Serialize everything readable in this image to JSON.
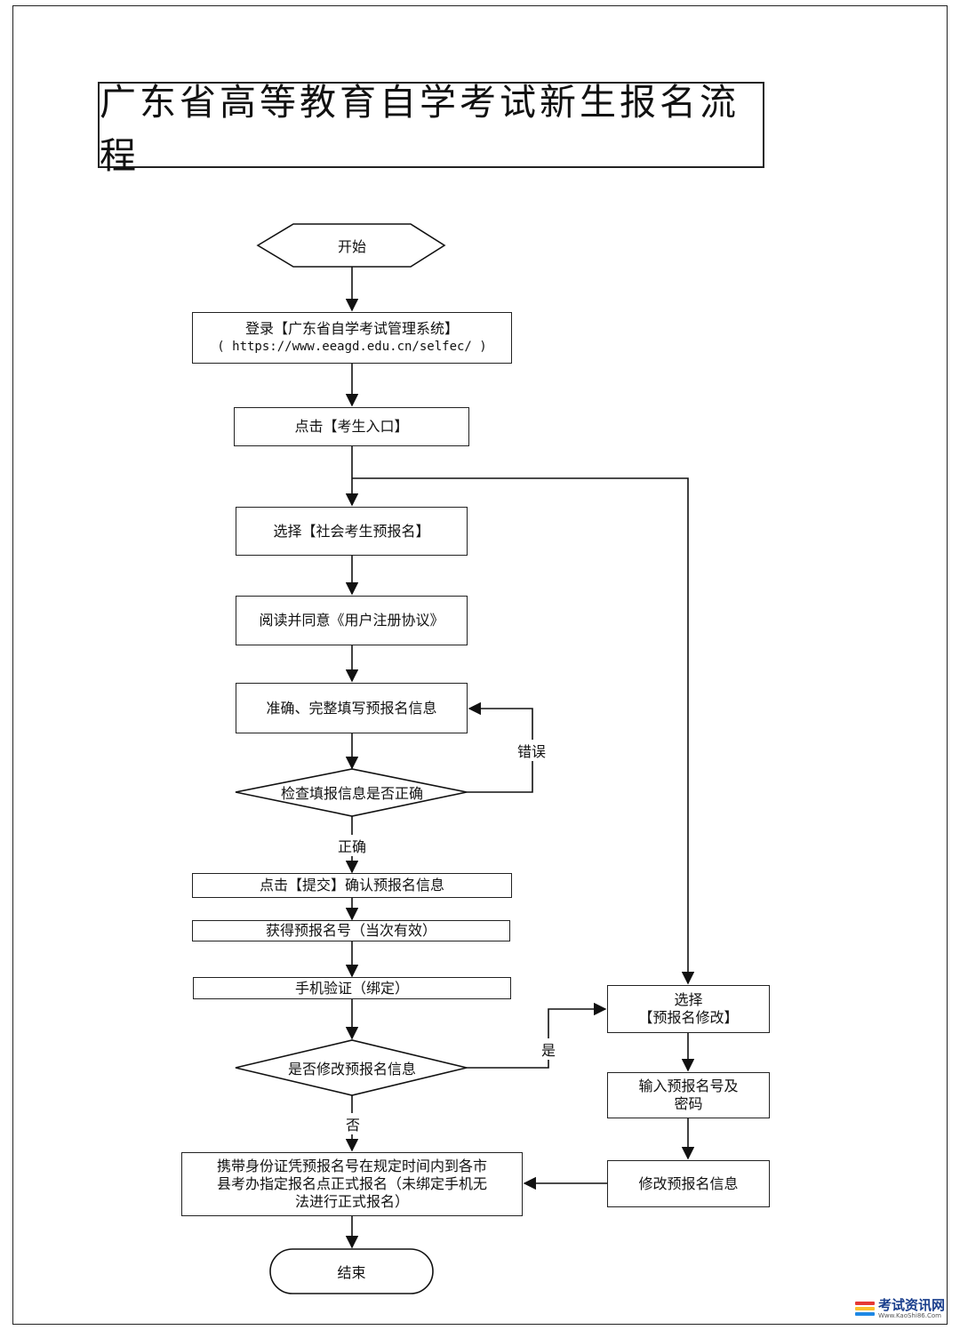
{
  "title": "广东省高等教育自学考试新生报名流程",
  "nodes": {
    "start": "开始",
    "login_line1": "登录【广东省自学考试管理系统】",
    "login_line2": "( https://www.eeagd.edu.cn/selfec/ )",
    "click_entry": "点击【考生入口】",
    "choose_prereg": "选择【社会考生预报名】",
    "read_agree": "阅读并同意《用户注册协议》",
    "fill_info": "准确、完整填写预报名信息",
    "check_info": "检查填报信息是否正确",
    "submit": "点击【提交】确认预报名信息",
    "get_number": "获得预报名号（当次有效）",
    "phone_verify": "手机验证（绑定）",
    "modify_decision": "是否修改预报名信息",
    "final_line1": "携带身份证凭预报名号在规定时间内到各市",
    "final_line2": "县考办指定报名点正式报名（未绑定手机无",
    "final_line3": "法进行正式报名）",
    "end": "结束",
    "choose_modify_line1": "选择",
    "choose_modify_line2": "【预报名修改】",
    "input_line1": "输入预报名号及",
    "input_line2": "密码",
    "modify_info": "修改预报名信息"
  },
  "edge_labels": {
    "error": "错误",
    "correct": "正确",
    "yes": "是",
    "no": "否"
  },
  "logo": {
    "name": "考试资讯网",
    "url": "Www.KaoShi86.Com",
    "colors": [
      "#e53935",
      "#fbc02d",
      "#1e88e5"
    ]
  }
}
